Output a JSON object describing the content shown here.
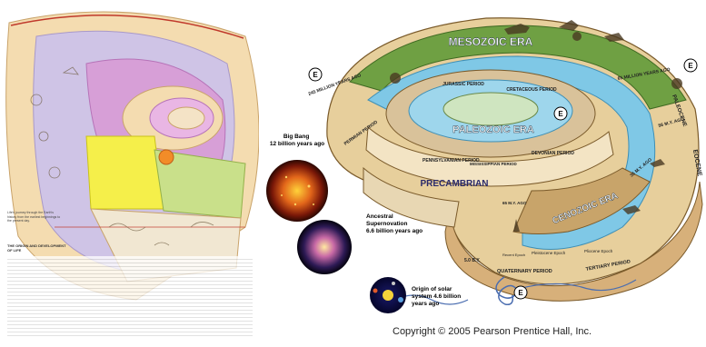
{
  "left_spiral": {
    "title": "THE ORIGIN AND DEVELOPMENT OF LIFE",
    "caption": "Life's journey through the Earth's history from the earliest beginnings to the present day."
  },
  "right_spiral": {
    "eras": {
      "mesozoic": "MESOZOIC ERA",
      "paleozoic": "PALEOZOIC ERA",
      "precambrian": "PRECAMBRIAN",
      "cenozoic": "CENOZOIC ERA"
    },
    "periods": {
      "jurassic": "JURASSIC PERIOD",
      "cretaceous": "CRETACEOUS PERIOD",
      "permian": "PERMIAN PERIOD",
      "pennsylvanian": "PENNSYLVANIAN PERIOD",
      "mississippian": "MISSISSIPPIAN PERIOD",
      "devonian": "DEVONIAN PERIOD",
      "quaternary": "QUATERNARY PERIOD",
      "tertiary": "TERTIARY PERIOD"
    },
    "epochs": {
      "pleistocene": "Pleistocene Epoch",
      "pliocene": "Pliocene Epoch",
      "recent": "Recent Epoch"
    },
    "age_markers": {
      "m245": "245 MILLION YEARS AGO",
      "m65": "65 MILLION YEARS AGO",
      "my65": "65 M.Y. AGO",
      "my56": "56 M.Y. AGO",
      "my35": "35 M.Y. AGO",
      "by5": "5.0 B.Y."
    },
    "side_labels": {
      "eocene": "EOCENE",
      "paleocene": "PALEOCENE"
    },
    "e_marker": "E",
    "cosmic": {
      "big_bang": [
        "Big Bang",
        "12 billion years ago"
      ],
      "supernova": [
        "Ancestral",
        "Supernovation",
        "6.6 billion years ago"
      ],
      "solar_system": [
        "Origin of solar",
        "system 4.6 billion",
        "years ago"
      ]
    }
  },
  "copyright": "Copyright © 2005 Pearson Prentice Hall, Inc."
}
